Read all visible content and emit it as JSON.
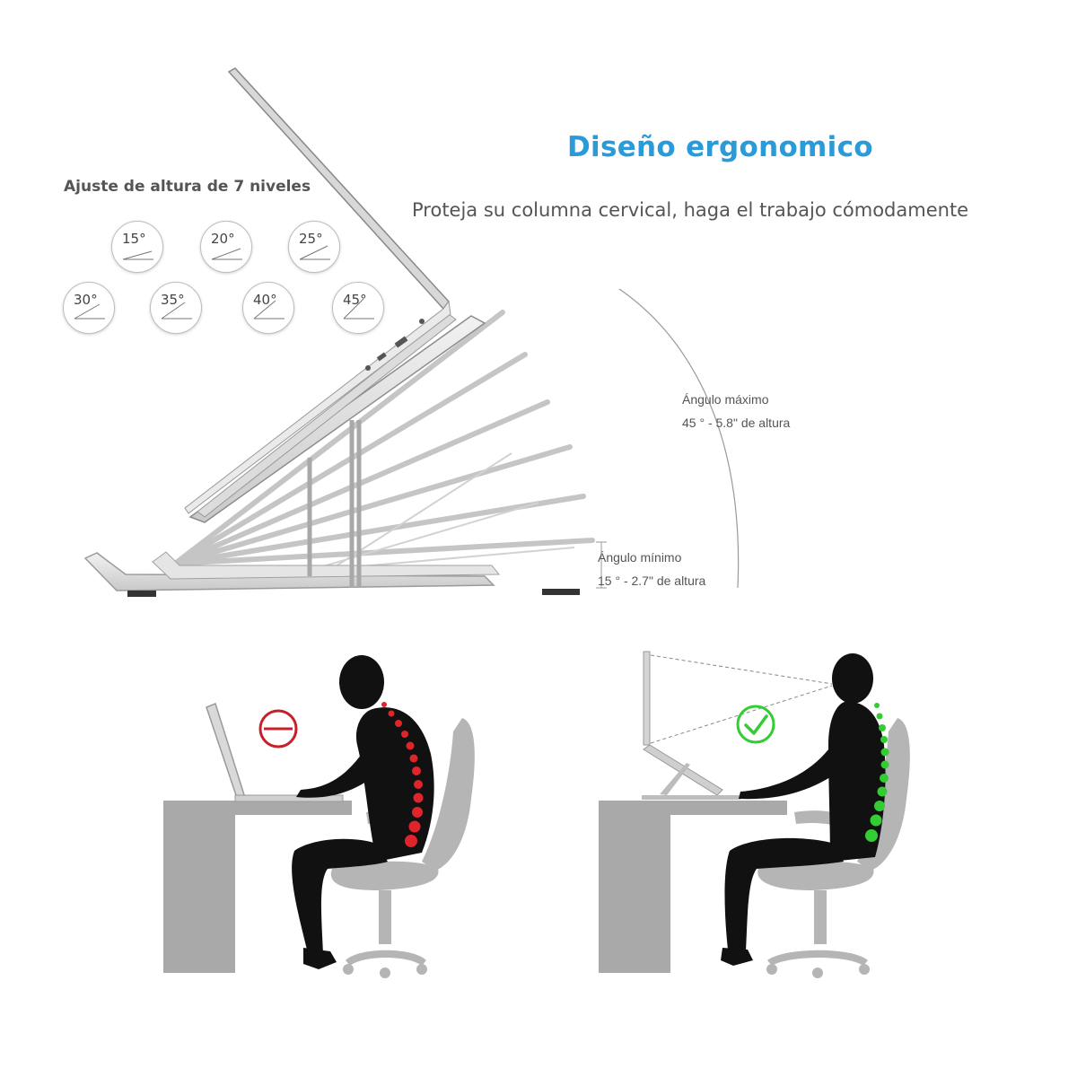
{
  "header": {
    "title": "Diseño ergonomico",
    "subtitle": "Proteja su columna cervical, haga el trabajo cómodamente"
  },
  "levels": {
    "title": "Ajuste de altura de 7 niveles",
    "angles": [
      "15°",
      "20°",
      "25°",
      "30°",
      "35°",
      "40°",
      "45°"
    ]
  },
  "max_angle": {
    "label": "Ángulo máximo",
    "value": "45 ° - 5.8\" de altura"
  },
  "min_angle": {
    "label": "Ángulo mínimo",
    "value": "15 ° - 2.7\" de altura"
  },
  "colors": {
    "title_blue": "#2a9ad8",
    "bad_red": "#c8202a",
    "good_green": "#33cc33",
    "furniture_gray": "#a9a9a9",
    "silhouette": "#111111"
  },
  "icons": {
    "bad_posture": "prohibited-icon",
    "good_posture": "checkmark-icon"
  }
}
